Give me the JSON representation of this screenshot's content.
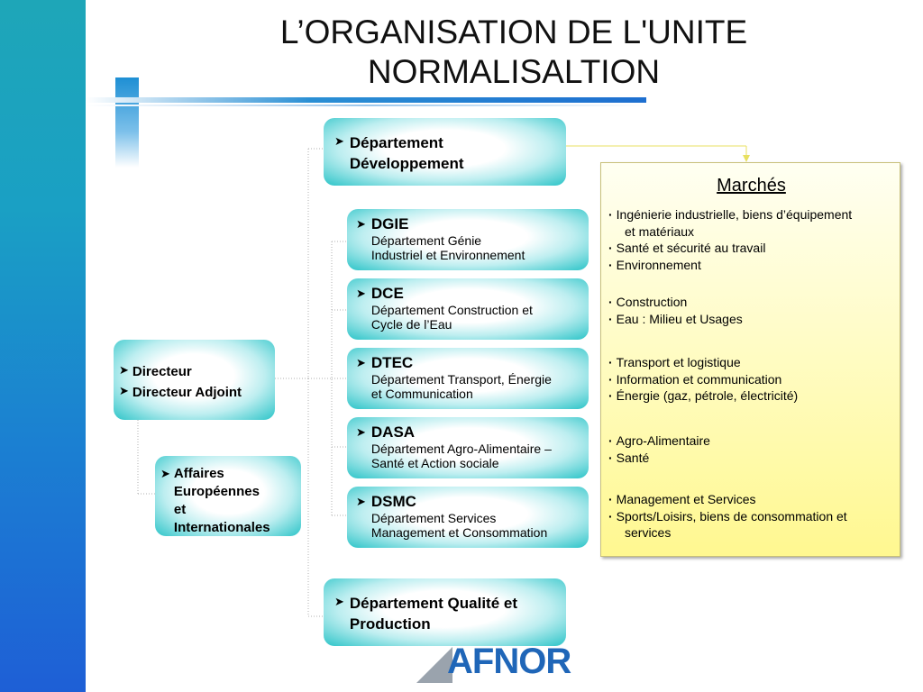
{
  "title": {
    "line1": "L’ORGANISATION DE L'UNITE",
    "line2": "NORMALISALTION"
  },
  "director_box": {
    "items": [
      "Directeur",
      "Directeur Adjoint"
    ]
  },
  "affaires_box": {
    "lines": [
      "Affaires",
      "Européennes",
      "et",
      "Internationales"
    ]
  },
  "dev_box": {
    "lines": [
      "Département",
      "Développement"
    ]
  },
  "qual_box": {
    "lines": [
      "Département Qualité et",
      "Production"
    ]
  },
  "departments": [
    {
      "code": "DGIE",
      "desc1": "Département Génie",
      "desc2": "Industriel et Environnement"
    },
    {
      "code": "DCE",
      "desc1": "Département Construction et",
      "desc2": "Cycle de l’Eau"
    },
    {
      "code": "DTEC",
      "desc1": "Département Transport, Énergie",
      "desc2": "et Communication"
    },
    {
      "code": "DASA",
      "desc1": "Département Agro-Alimentaire –",
      "desc2": "Santé et Action sociale"
    },
    {
      "code": "DSMC",
      "desc1": "Département Services",
      "desc2": "Management et Consommation"
    }
  ],
  "markets": {
    "title": "Marchés",
    "group1": [
      "Ingénierie industrielle, biens d’équipement",
      "et matériaux",
      "Santé et sécurité au travail",
      "Environnement"
    ],
    "group2": [
      "Construction",
      "Eau : Milieu et Usages"
    ],
    "group3": [
      "Transport et logistique",
      "Information et communication",
      "Énergie (gaz, pétrole, électricité)"
    ],
    "group4": [
      "Agro-Alimentaire",
      "Santé"
    ],
    "group5": [
      "Management et Services",
      "Sports/Loisirs, biens de consommation et",
      "services"
    ]
  },
  "logo": {
    "text": "AFNOR"
  },
  "colors": {
    "band": "#1e8fd4",
    "box_edge": "#2cc4c8",
    "markets_bg": "#fffbb8",
    "logo_blue": "#1f66b8"
  },
  "icons": {
    "bullet": "arrow-bullet-icon",
    "market_bullet": "square-bullet-icon"
  }
}
